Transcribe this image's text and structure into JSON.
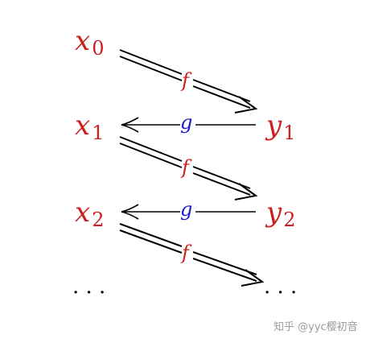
{
  "colors": {
    "node": "#cc1f1f",
    "f_label": "#cc1f1f",
    "g_label": "#1a1acc",
    "arrow": "#000000",
    "watermark": "#9a9a9a"
  },
  "nodes": {
    "x0": {
      "base": "x",
      "sub": "0"
    },
    "x1": {
      "base": "x",
      "sub": "1"
    },
    "x2": {
      "base": "x",
      "sub": "2"
    },
    "y1": {
      "base": "y",
      "sub": "1"
    },
    "y2": {
      "base": "y",
      "sub": "2"
    },
    "left_dots": "· · ·",
    "right_dots": "· · ·"
  },
  "edges": {
    "f1": {
      "label": "f",
      "from": "x0",
      "to": "y1",
      "style": "double"
    },
    "g1": {
      "label": "g",
      "from": "y1",
      "to": "x1",
      "style": "single"
    },
    "f2": {
      "label": "f",
      "from": "x1",
      "to": "y2",
      "style": "double"
    },
    "g2": {
      "label": "g",
      "from": "y2",
      "to": "x2",
      "style": "single"
    },
    "f3": {
      "label": "f",
      "from": "x2",
      "to": "right_dots",
      "style": "double"
    }
  },
  "watermark": "知乎 @yyc樱初音"
}
